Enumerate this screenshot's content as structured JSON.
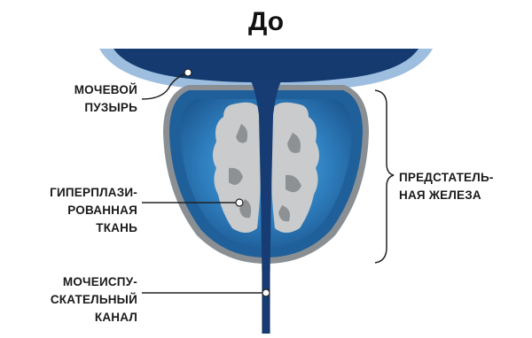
{
  "title": "До",
  "labels": {
    "bladder": [
      "МОЧЕВОЙ",
      "ПУЗЫРЬ"
    ],
    "tissue": [
      "ГИПЕРПЛАЗИ-",
      "РОВАННАЯ",
      "ТКАНЬ"
    ],
    "urethra": [
      "МОЧЕИСПУ-",
      "СКАТЕЛЬНЫЙ",
      "КАНАЛ"
    ],
    "prostate": [
      "ПРЕДСТАТЕЛЬ-",
      "НАЯ ЖЕЛЕЗА"
    ]
  },
  "colors": {
    "bladder_outer": "#9dbedf",
    "bladder_inner": "#143a70",
    "gland_rim": "#8a8f94",
    "gland_blue": "#1f5f9a",
    "gland_light": "#4f9fd0",
    "tissue": "#c9cbcc",
    "tissue_dark": "#8e9194",
    "urethra": "#173b73",
    "leader": "#222222"
  }
}
